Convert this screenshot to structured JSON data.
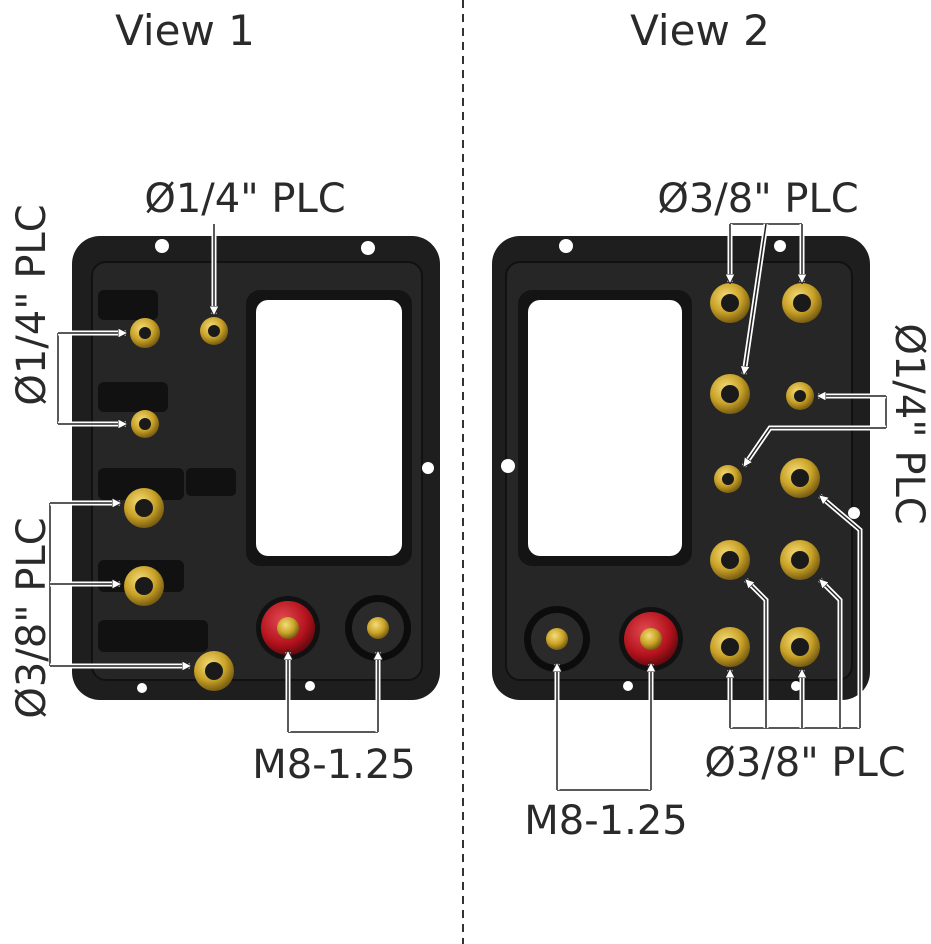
{
  "views": [
    {
      "title": "View 1",
      "labels": {
        "top_fitting": "Ø1/4\" PLC",
        "left_small": "Ø1/4\" PLC",
        "left_large": "Ø3/8\" PLC",
        "studs": "M8-1.25"
      }
    },
    {
      "title": "View 2",
      "labels": {
        "top_fittings": "Ø3/8\" PLC",
        "right_small": "Ø1/4\" PLC",
        "bottom_fittings": "Ø3/8\" PLC",
        "studs": "M8-1.25"
      }
    }
  ],
  "colors": {
    "plate": "#1e1e1e",
    "brass": "#c9a227",
    "red_insulator": "#b3121c",
    "arrow": "#ffffff",
    "divider": "#333333"
  }
}
